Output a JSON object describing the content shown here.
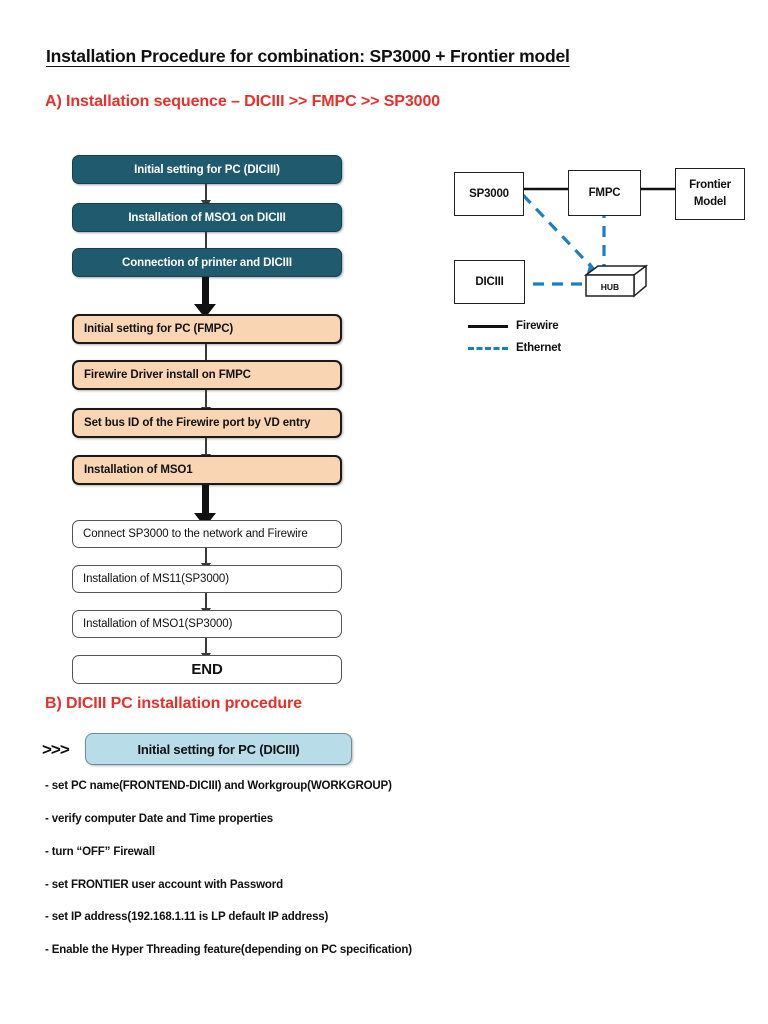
{
  "document": {
    "title": "Installation Procedure for combination: SP3000 + Frontier model",
    "accent_red": "#e8302a",
    "teal": "#1f5a6e",
    "peach": "#fad5b4",
    "light_blue": "#b8dce8",
    "ethernet_blue": "#1b7fc4"
  },
  "section_a": {
    "heading": "A) Installation sequence – DICIII >> FMPC >> SP3000",
    "flowchart": {
      "steps": [
        {
          "label": "Initial setting for PC (DICIII)",
          "style": "teal"
        },
        {
          "label": "Installation of MSO1 on DICIII",
          "style": "teal"
        },
        {
          "label": "Connection of printer and DICIII",
          "style": "teal"
        },
        {
          "label": "Initial setting for PC (FMPC)",
          "style": "peach"
        },
        {
          "label": "Firewire Driver install on FMPC",
          "style": "peach"
        },
        {
          "label": "Set bus ID of the Firewire port by VD entry",
          "style": "peach"
        },
        {
          "label": "Installation of MSO1",
          "style": "peach"
        },
        {
          "label": "Connect SP3000 to the network and Firewire",
          "style": "plain"
        },
        {
          "label": "Installation of MS11(SP3000)",
          "style": "plain"
        },
        {
          "label": "Installation of MSO1(SP3000)",
          "style": "plain"
        },
        {
          "label": "END",
          "style": "plain-center"
        }
      ]
    },
    "network": {
      "nodes": [
        {
          "id": "sp3000",
          "label": "SP3000"
        },
        {
          "id": "fmpc",
          "label": "FMPC"
        },
        {
          "id": "frontier",
          "label": "Frontier\nModel"
        },
        {
          "id": "diciii",
          "label": "DICIII"
        },
        {
          "id": "hub",
          "label": "HUB"
        }
      ],
      "links": [
        {
          "from": "sp3000",
          "to": "fmpc",
          "type": "firewire"
        },
        {
          "from": "fmpc",
          "to": "frontier",
          "type": "firewire"
        },
        {
          "from": "sp3000",
          "to": "hub",
          "type": "ethernet"
        },
        {
          "from": "fmpc",
          "to": "hub",
          "type": "ethernet"
        },
        {
          "from": "diciii",
          "to": "hub",
          "type": "ethernet"
        }
      ],
      "legend": [
        {
          "label": "Firewire",
          "style": "solid"
        },
        {
          "label": "Ethernet",
          "style": "dashed"
        }
      ]
    }
  },
  "section_b": {
    "heading": "B) DICIII PC installation procedure",
    "marker": ">>>",
    "step_title": "Initial setting for PC (DICIII)",
    "bullets": [
      "- set PC name(FRONTEND-DICIII) and Workgroup(WORKGROUP)",
      "- verify computer Date and Time properties",
      "- turn “OFF” Firewall",
      "- set FRONTIER user account with Password",
      "- set IP address(192.168.1.11 is LP default IP address)",
      "- Enable the Hyper Threading feature(depending on PC specification)"
    ]
  }
}
